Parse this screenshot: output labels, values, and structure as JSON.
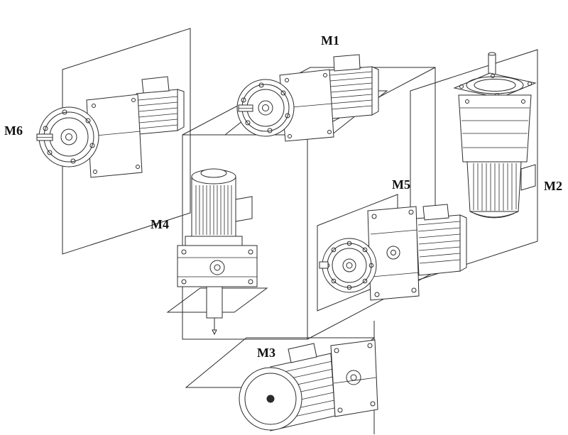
{
  "figure": {
    "background": "#ffffff",
    "line_color": "#2b2b2b",
    "label_color": "#111111"
  },
  "labels": [
    {
      "id": "m1",
      "text": "M1"
    },
    {
      "id": "m2",
      "text": "M2"
    },
    {
      "id": "m3",
      "text": "M3"
    },
    {
      "id": "m4",
      "text": "M4"
    },
    {
      "id": "m5",
      "text": "M5"
    },
    {
      "id": "m6",
      "text": "M6"
    }
  ]
}
